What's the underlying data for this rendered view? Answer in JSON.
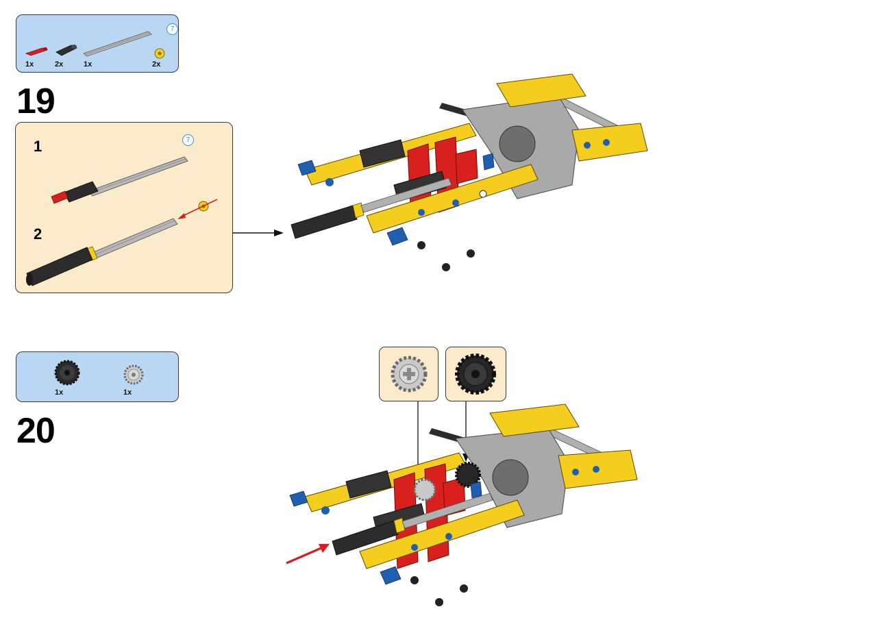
{
  "step19": {
    "number": "19",
    "parts": [
      {
        "name": "red-pin",
        "qty": "1x"
      },
      {
        "name": "black-bush",
        "qty": "2x"
      },
      {
        "name": "grey-axle",
        "qty": "1x"
      },
      {
        "name": "yellow-half-bush",
        "qty": "2x"
      }
    ],
    "axle_length": "7",
    "subassembly": {
      "axle_length": "7",
      "substeps": [
        {
          "number": "1"
        },
        {
          "number": "2"
        }
      ]
    }
  },
  "step20": {
    "number": "20",
    "parts": [
      {
        "name": "black-gear",
        "qty": "1x"
      },
      {
        "name": "grey-gear",
        "qty": "1x"
      }
    ]
  },
  "colors": {
    "parts_panel": "#b9d7f2",
    "subassembly_panel": "#fcebcb",
    "lego_yellow": "#f5cd1e",
    "lego_red": "#d8211c",
    "lego_blue": "#1f5fb0",
    "lego_black": "#2a2a2a",
    "lego_grey": "#a8a8a8",
    "arrow_red": "#d81e1e"
  }
}
